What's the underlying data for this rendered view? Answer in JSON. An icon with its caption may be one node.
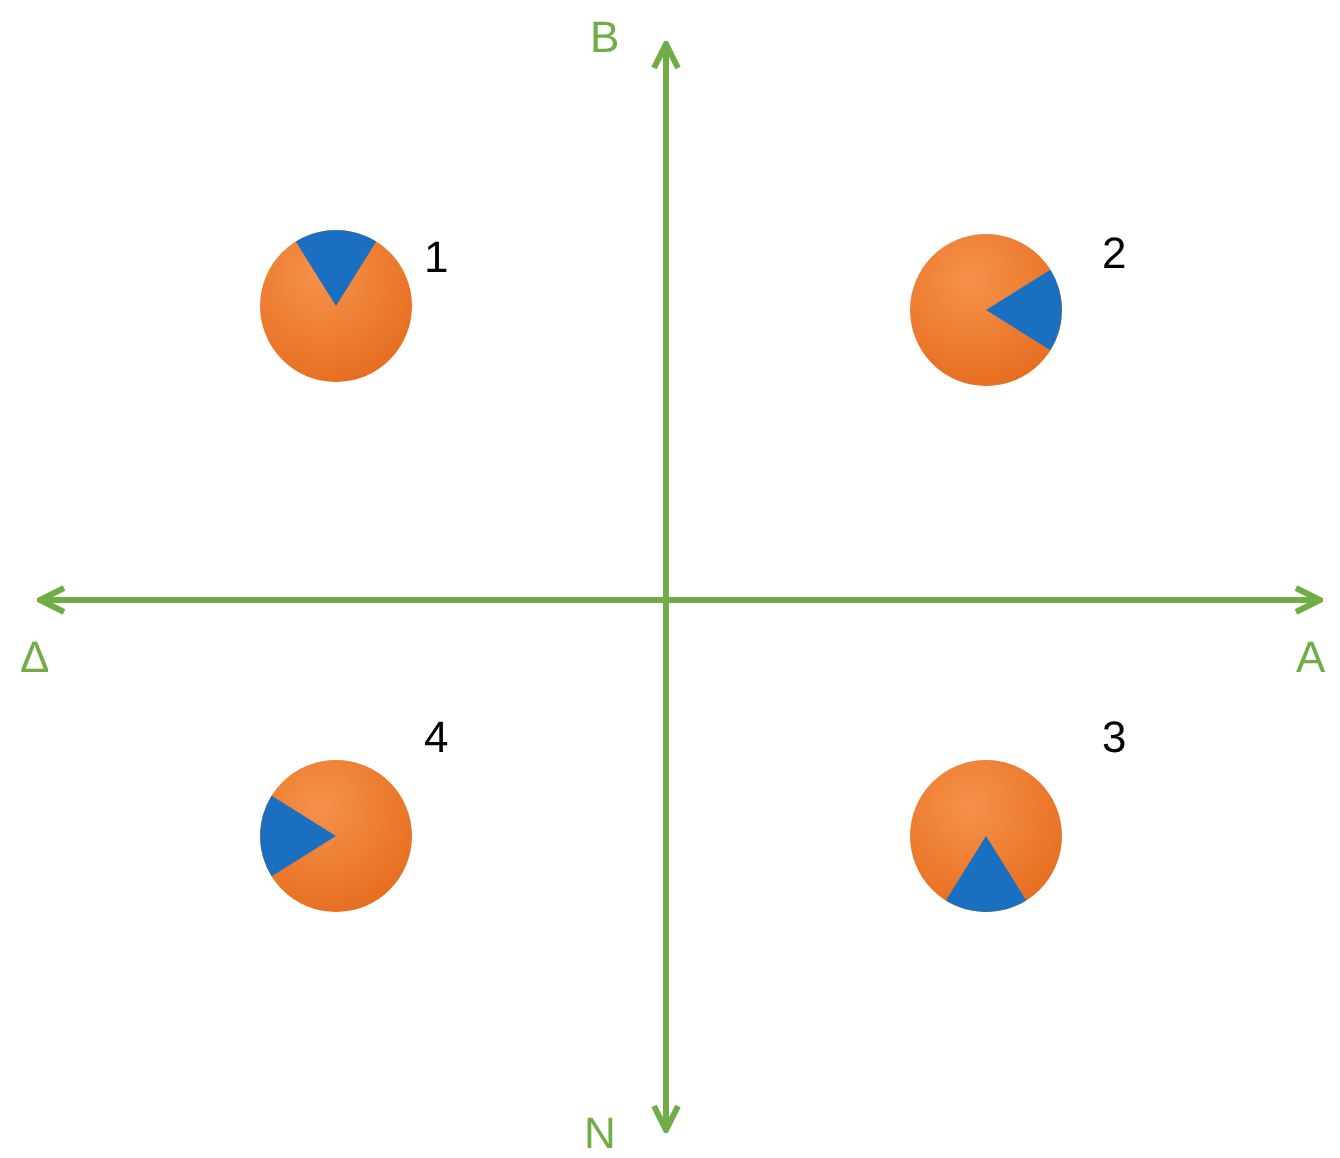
{
  "diagram": {
    "nodes": [
      {
        "text": [],
        "shape": "circle",
        "beside": [
          "1"
        ]
      },
      {
        "text": [],
        "shape": "circle",
        "beside": [
          "2"
        ]
      },
      {
        "text": [],
        "shape": "circle",
        "beside": [
          "4"
        ]
      },
      {
        "text": [],
        "shape": "circle",
        "beside": [
          "3"
        ]
      }
    ],
    "labels": [
      "Β",
      "Δ",
      "Α",
      "Ν"
    ]
  }
}
